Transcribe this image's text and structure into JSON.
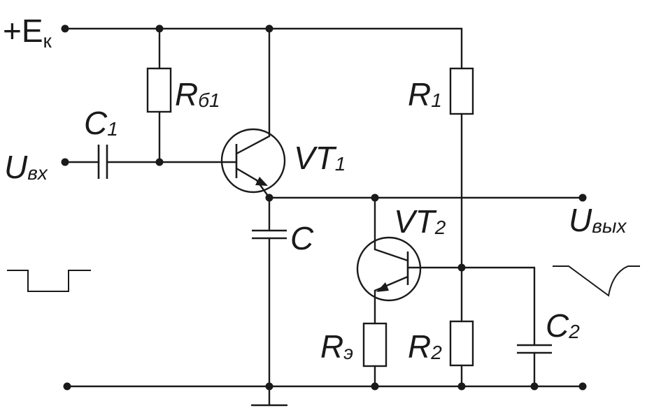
{
  "labels": {
    "supply": {
      "main": "+E",
      "sub": "к"
    },
    "rb1": {
      "main": "R",
      "sub": "б1"
    },
    "r1": {
      "main": "R",
      "sub": "1"
    },
    "c1": {
      "main": "C",
      "sub": "1"
    },
    "uin": {
      "main": "U",
      "sub": "вх"
    },
    "vt1": {
      "main": "VT",
      "sub": "1"
    },
    "c": {
      "main": "C",
      "sub": ""
    },
    "vt2": {
      "main": "VT",
      "sub": "2"
    },
    "uout": {
      "main": "U",
      "sub": "вых"
    },
    "re": {
      "main": "R",
      "sub": "э"
    },
    "r2": {
      "main": "R",
      "sub": "2"
    },
    "c2": {
      "main": "C",
      "sub": "2"
    }
  }
}
